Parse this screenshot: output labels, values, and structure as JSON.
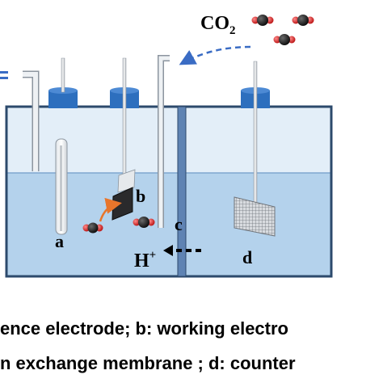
{
  "gas": {
    "formula": "CO",
    "subscript": "2"
  },
  "labels": {
    "a": "a",
    "b": "b",
    "c": "c",
    "d": "d",
    "proton": "H",
    "proton_sup": "+"
  },
  "caption": {
    "line1": "ence electrode;   b: working electro",
    "line2": "n exchange membrane ; d: counter"
  },
  "colors": {
    "electrolyte": "#b4d2ec",
    "headspace": "#e3eef8",
    "cell_border": "#2c4a6c",
    "caps": "#2d6fbe",
    "membrane": "#5f83b3",
    "arrow_dashed": "#3a6cc4",
    "carbon": "#111111",
    "oxygen": "#d91f1f",
    "curved_arrow": "#e8752b"
  }
}
